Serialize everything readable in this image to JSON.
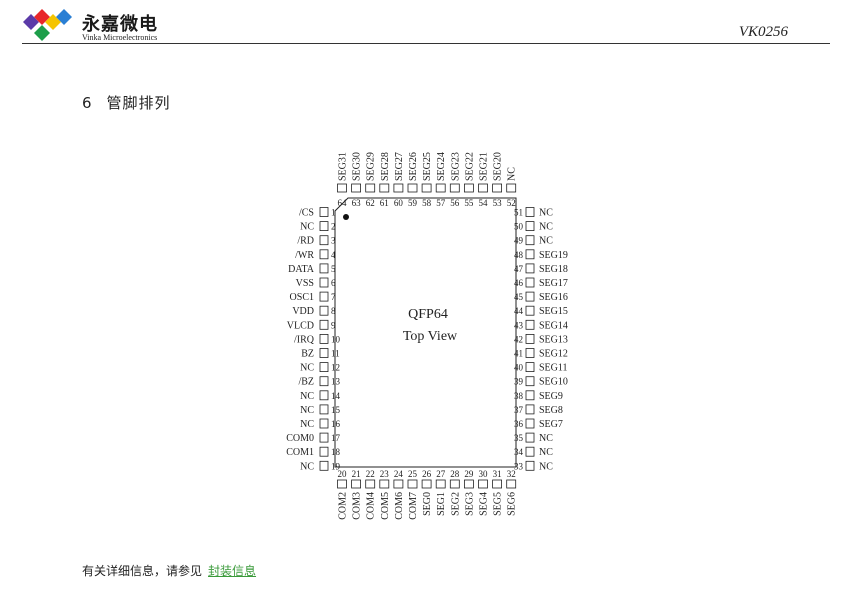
{
  "header": {
    "brand_cn": "永嘉微电",
    "brand_en": "Vinka Microelectronics",
    "doc_id": "VK0256",
    "logo_colors": [
      "#5b3aa8",
      "#e8272a",
      "#1e9e4a",
      "#f5c400",
      "#2a7fd4"
    ]
  },
  "section": {
    "number": "6",
    "title": "管脚排列"
  },
  "package": {
    "name": "QFP64",
    "view": "Top View"
  },
  "pins": {
    "left": [
      {
        "num": "1",
        "name": "/CS"
      },
      {
        "num": "2",
        "name": "NC"
      },
      {
        "num": "3",
        "name": "/RD"
      },
      {
        "num": "4",
        "name": "/WR"
      },
      {
        "num": "5",
        "name": "DATA"
      },
      {
        "num": "6",
        "name": "VSS"
      },
      {
        "num": "7",
        "name": "OSC1"
      },
      {
        "num": "8",
        "name": "VDD"
      },
      {
        "num": "9",
        "name": "VLCD"
      },
      {
        "num": "10",
        "name": "/IRQ"
      },
      {
        "num": "11",
        "name": "BZ"
      },
      {
        "num": "12",
        "name": "NC"
      },
      {
        "num": "13",
        "name": "/BZ"
      },
      {
        "num": "14",
        "name": "NC"
      },
      {
        "num": "15",
        "name": "NC"
      },
      {
        "num": "16",
        "name": "NC"
      },
      {
        "num": "17",
        "name": "COM0"
      },
      {
        "num": "18",
        "name": "COM1"
      },
      {
        "num": "19",
        "name": "NC"
      }
    ],
    "bottom": [
      {
        "num": "20",
        "name": "COM2"
      },
      {
        "num": "21",
        "name": "COM3"
      },
      {
        "num": "22",
        "name": "COM4"
      },
      {
        "num": "23",
        "name": "COM5"
      },
      {
        "num": "24",
        "name": "COM6"
      },
      {
        "num": "25",
        "name": "COM7"
      },
      {
        "num": "26",
        "name": "SEG0"
      },
      {
        "num": "27",
        "name": "SEG1"
      },
      {
        "num": "28",
        "name": "SEG2"
      },
      {
        "num": "29",
        "name": "SEG3"
      },
      {
        "num": "30",
        "name": "SEG4"
      },
      {
        "num": "31",
        "name": "SEG5"
      },
      {
        "num": "32",
        "name": "SEG6"
      }
    ],
    "right": [
      {
        "num": "51",
        "name": "NC"
      },
      {
        "num": "50",
        "name": "NC"
      },
      {
        "num": "49",
        "name": "NC"
      },
      {
        "num": "48",
        "name": "SEG19"
      },
      {
        "num": "47",
        "name": "SEG18"
      },
      {
        "num": "46",
        "name": "SEG17"
      },
      {
        "num": "45",
        "name": "SEG16"
      },
      {
        "num": "44",
        "name": "SEG15"
      },
      {
        "num": "43",
        "name": "SEG14"
      },
      {
        "num": "42",
        "name": "SEG13"
      },
      {
        "num": "41",
        "name": "SEG12"
      },
      {
        "num": "40",
        "name": "SEG11"
      },
      {
        "num": "39",
        "name": "SEG10"
      },
      {
        "num": "38",
        "name": "SEG9"
      },
      {
        "num": "37",
        "name": "SEG8"
      },
      {
        "num": "36",
        "name": "SEG7"
      },
      {
        "num": "35",
        "name": "NC"
      },
      {
        "num": "34",
        "name": "NC"
      },
      {
        "num": "33",
        "name": "NC"
      }
    ],
    "top": [
      {
        "num": "64",
        "name": "SEG31"
      },
      {
        "num": "63",
        "name": "SEG30"
      },
      {
        "num": "62",
        "name": "SEG29"
      },
      {
        "num": "61",
        "name": "SEG28"
      },
      {
        "num": "60",
        "name": "SEG27"
      },
      {
        "num": "59",
        "name": "SEG26"
      },
      {
        "num": "58",
        "name": "SEG25"
      },
      {
        "num": "57",
        "name": "SEG24"
      },
      {
        "num": "56",
        "name": "SEG23"
      },
      {
        "num": "55",
        "name": "SEG22"
      },
      {
        "num": "54",
        "name": "SEG21"
      },
      {
        "num": "53",
        "name": "SEG20"
      },
      {
        "num": "52",
        "name": "NC"
      }
    ]
  },
  "footer": {
    "text": "有关详细信息，请参见",
    "link": "封装信息"
  }
}
